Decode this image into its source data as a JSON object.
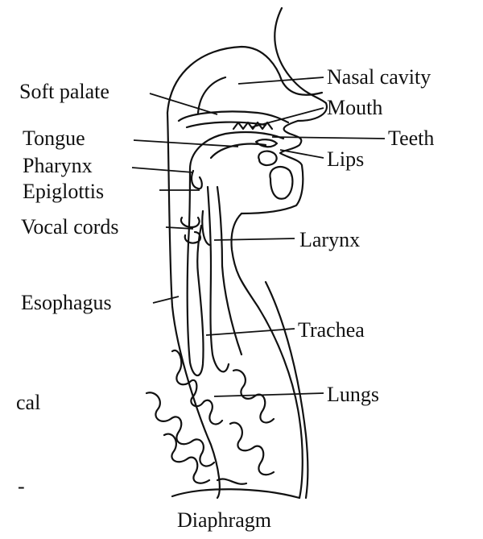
{
  "diagram": {
    "labels": {
      "soft_palate": "Soft palate",
      "nasal_cavity": "Nasal cavity",
      "mouth": "Mouth",
      "teeth": "Teeth",
      "tongue": "Tongue",
      "lips": "Lips",
      "pharynx": "Pharynx",
      "epiglottis": "Epiglottis",
      "vocal_cords": "Vocal cords",
      "larynx": "Larynx",
      "esophagus": "Esophagus",
      "trachea": "Trachea",
      "lungs": "Lungs",
      "diaphragm": "Diaphragm"
    },
    "fragments": {
      "left_text": "cal",
      "left_dash": "-"
    }
  }
}
